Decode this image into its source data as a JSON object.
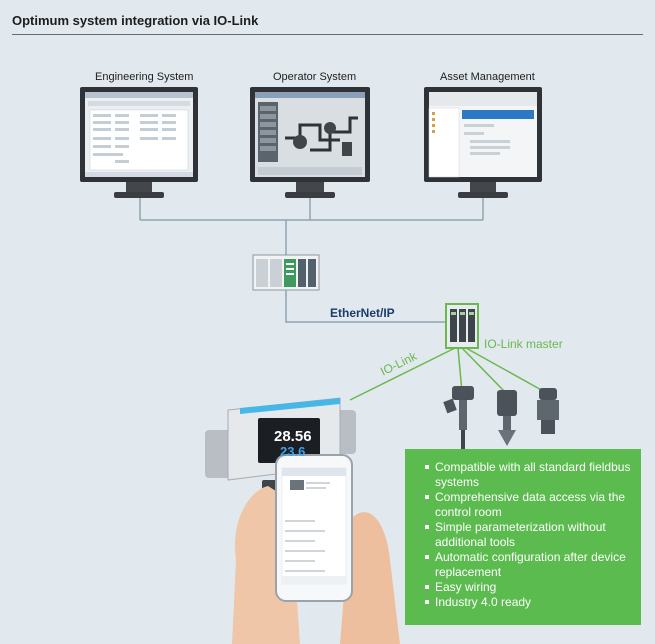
{
  "header": {
    "title": "Optimum system integration via IO-Link"
  },
  "systems": [
    {
      "label": "Engineering System"
    },
    {
      "label": "Operator System"
    },
    {
      "label": "Asset Management"
    }
  ],
  "network": {
    "ethernet_label": "EtherNet/IP",
    "iolink_label": "IO-Link",
    "iolink_master_label": "IO-Link master"
  },
  "device": {
    "display_top": "28.56",
    "display_bottom": "23.6"
  },
  "features": [
    "Compatible with all standard fieldbus systems",
    "Comprehensive data access via the control room",
    "Simple parameterization without additional tools",
    "Automatic configuration after device replacement",
    "Easy wiring",
    "Industry 4.0 ready"
  ],
  "colors": {
    "background": "#e1e9ee",
    "accent_green": "#5bbb4e",
    "iolink_green": "#6ab84e",
    "network_line": "#8fa4b0",
    "ethernet_text": "#1d3b6e"
  }
}
